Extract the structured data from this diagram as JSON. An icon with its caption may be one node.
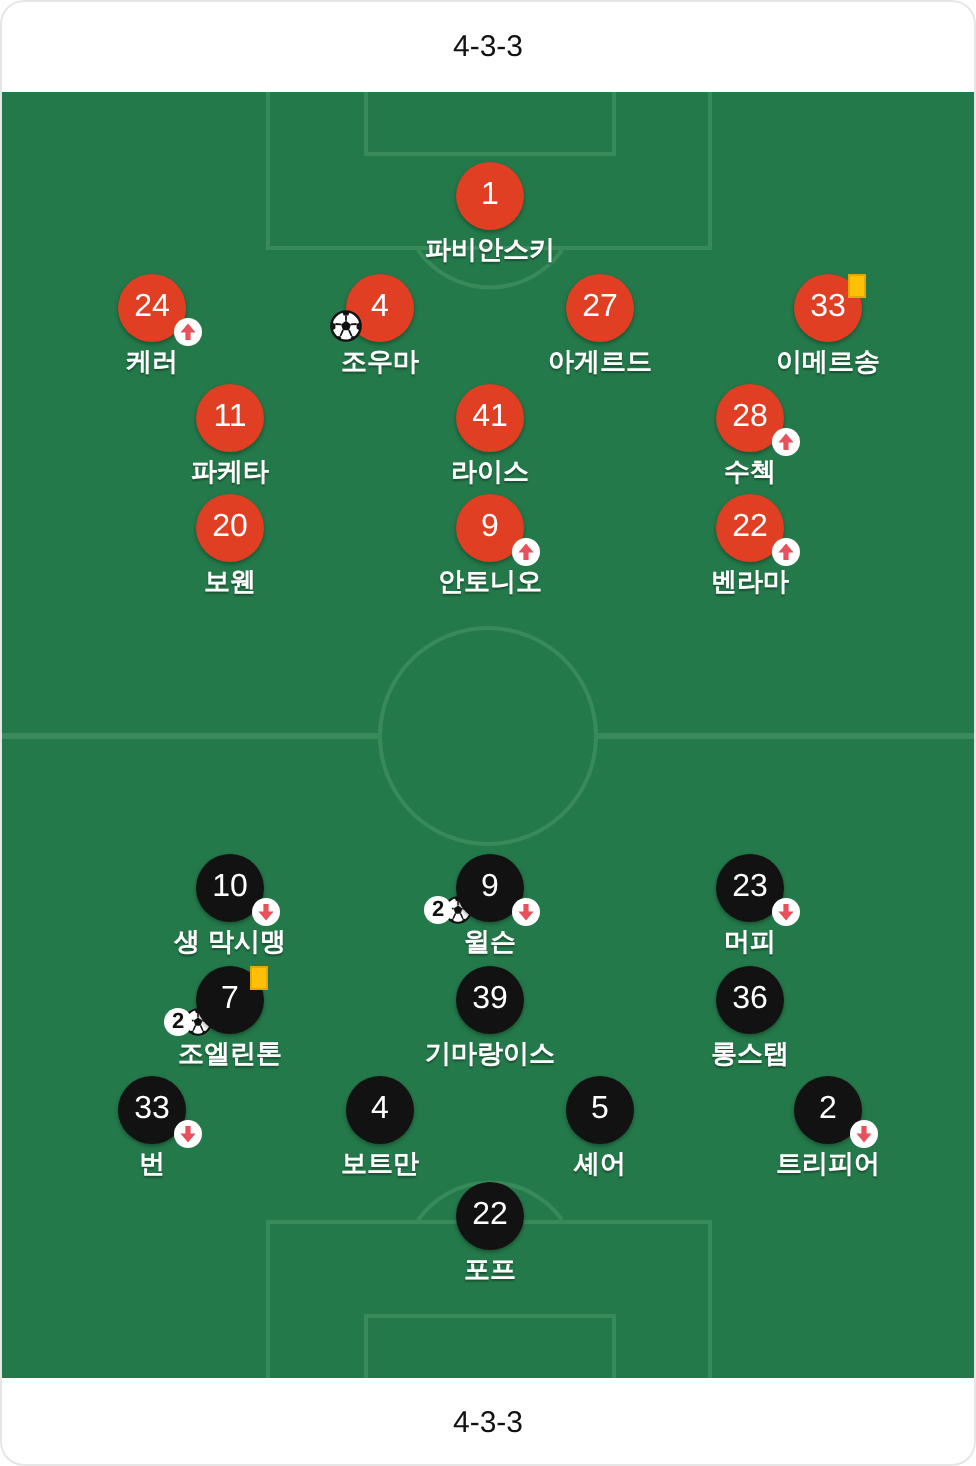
{
  "diagram": {
    "nodes": [
      {
        "text": [
          "1",
          "파비안스키"
        ]
      },
      {
        "text": [
          "24",
          "케러"
        ]
      },
      {
        "text": [
          "4",
          "조우마"
        ]
      },
      {
        "text": [
          "27",
          "아게르드"
        ]
      },
      {
        "text": [
          "33",
          "이메르송"
        ]
      },
      {
        "text": [
          "11",
          "파케타"
        ]
      },
      {
        "text": [
          "41",
          "라이스"
        ]
      },
      {
        "text": [
          "28",
          "수첵"
        ]
      },
      {
        "text": [
          "20",
          "보웬"
        ]
      },
      {
        "text": [
          "9",
          "안토니오"
        ]
      },
      {
        "text": [
          "22",
          "벤라마"
        ]
      },
      {
        "text": [
          "10",
          "생 막시맹"
        ]
      },
      {
        "text": [
          "9",
          "윌슨"
        ],
        "beside": [
          "2"
        ]
      },
      {
        "text": [
          "23",
          "머피"
        ]
      },
      {
        "text": [
          "7",
          "조엘린톤"
        ],
        "beside": [
          "2"
        ]
      },
      {
        "text": [
          "39",
          "기마랑이스"
        ]
      },
      {
        "text": [
          "36",
          "롱스탭"
        ]
      },
      {
        "text": [
          "33",
          "번"
        ]
      },
      {
        "text": [
          "4",
          "보트만"
        ]
      },
      {
        "text": [
          "5",
          "셰어"
        ]
      },
      {
        "text": [
          "2",
          "트리피어"
        ]
      },
      {
        "text": [
          "22",
          "포프"
        ]
      }
    ],
    "labels": [
      "4-3-3",
      "4-3-3"
    ]
  }
}
